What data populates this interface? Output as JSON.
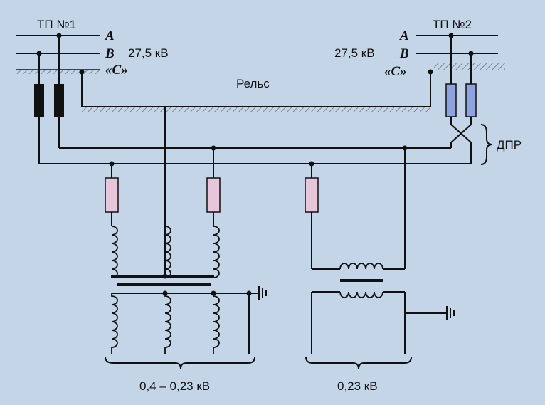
{
  "substation_1": {
    "title": "ТП №1",
    "voltage": "27,5 кВ"
  },
  "substation_2": {
    "title": "ТП №2",
    "voltage": "27,5 кВ"
  },
  "phases": {
    "a": "A",
    "b": "B",
    "c": "«С»"
  },
  "rail_label": "Рельс",
  "dpr_label": "ДПР",
  "output_left": "0,4 – 0,23 кВ",
  "output_right": "0,23 кВ",
  "colors": {
    "background": "#c5d5e8",
    "fuse_pink": "#e8c6d9",
    "insulator_blue": "#8fa3e0",
    "insulator_black": "#111111",
    "hatch": "#7a8696"
  }
}
